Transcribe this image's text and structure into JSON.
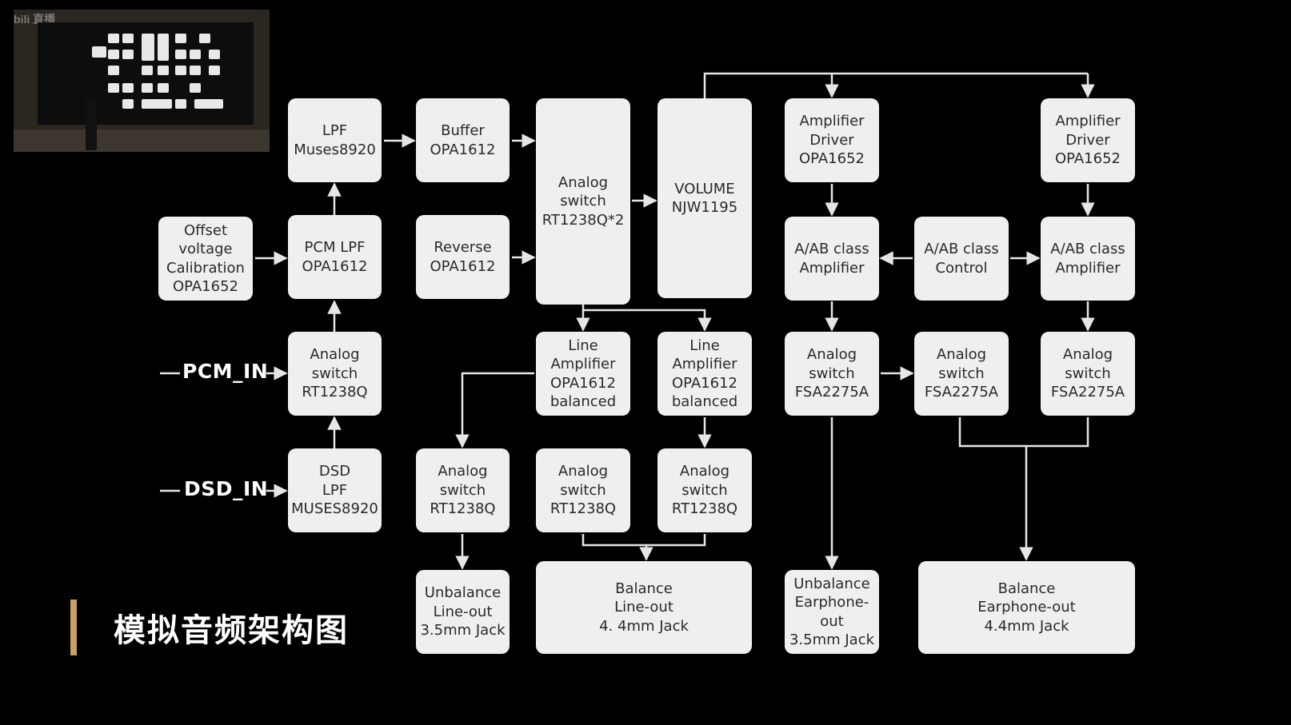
{
  "title": "模拟音频架构图",
  "inputs": [
    {
      "id": "pcm_in",
      "label": "PCM_IN"
    },
    {
      "id": "dsd_in",
      "label": "DSD_IN"
    }
  ],
  "blocks": [
    {
      "id": "lpf",
      "text": "LPF\nMuses8920"
    },
    {
      "id": "buffer",
      "text": "Buffer\nOPA1612"
    },
    {
      "id": "analog_switch_main",
      "text": "Analog\nswitch\nRT1238Q*2"
    },
    {
      "id": "volume",
      "text": "VOLUME\nNJW1195"
    },
    {
      "id": "amp_driver_l",
      "text": "Amplifier\nDriver\nOPA1652"
    },
    {
      "id": "amp_driver_r",
      "text": "Amplifier\nDriver\nOPA1652"
    },
    {
      "id": "offset_cal",
      "text": "Offset\nvoltage\nCalibration\nOPA1652"
    },
    {
      "id": "pcm_lpf",
      "text": "PCM LPF\nOPA1612"
    },
    {
      "id": "reverse",
      "text": "Reverse\nOPA1612"
    },
    {
      "id": "aab_amp_l",
      "text": "A/AB class\nAmplifier"
    },
    {
      "id": "aab_control",
      "text": "A/AB class\nControl"
    },
    {
      "id": "aab_amp_r",
      "text": "A/AB class\nAmplifier"
    },
    {
      "id": "analog_switch_pcm",
      "text": "Analog\nswitch\nRT1238Q"
    },
    {
      "id": "line_amp_1",
      "text": "Line\nAmplifier\nOPA1612\nbalanced"
    },
    {
      "id": "line_amp_2",
      "text": "Line\nAmplifier\nOPA1612\nbalanced"
    },
    {
      "id": "analog_switch_fsa_1",
      "text": "Analog\nswitch\nFSA2275A"
    },
    {
      "id": "analog_switch_fsa_2",
      "text": "Analog\nswitch\nFSA2275A"
    },
    {
      "id": "analog_switch_fsa_3",
      "text": "Analog\nswitch\nFSA2275A"
    },
    {
      "id": "dsd_lpf",
      "text": "DSD\nLPF\nMUSES8920"
    },
    {
      "id": "analog_switch_lo_1",
      "text": "Analog\nswitch\nRT1238Q"
    },
    {
      "id": "analog_switch_lo_2",
      "text": "Analog\nswitch\nRT1238Q"
    },
    {
      "id": "analog_switch_lo_3",
      "text": "Analog\nswitch\nRT1238Q"
    },
    {
      "id": "unbalance_lineout",
      "text": "Unbalance\nLine-out\n3.5mm Jack"
    },
    {
      "id": "balance_lineout",
      "text": "Balance\nLine-out\n4. 4mm  Jack"
    },
    {
      "id": "unbalance_earphone",
      "text": "Unbalance\nEarphone-\nout\n3.5mm Jack"
    },
    {
      "id": "balance_earphone",
      "text": "Balance\nEarphone-out\n4.4mm Jack"
    }
  ],
  "colors": {
    "background": "#000000",
    "block": "#efefef",
    "block_text": "#2a2a2a",
    "wire": "#e6e6e6",
    "accent": "#c9a062"
  }
}
